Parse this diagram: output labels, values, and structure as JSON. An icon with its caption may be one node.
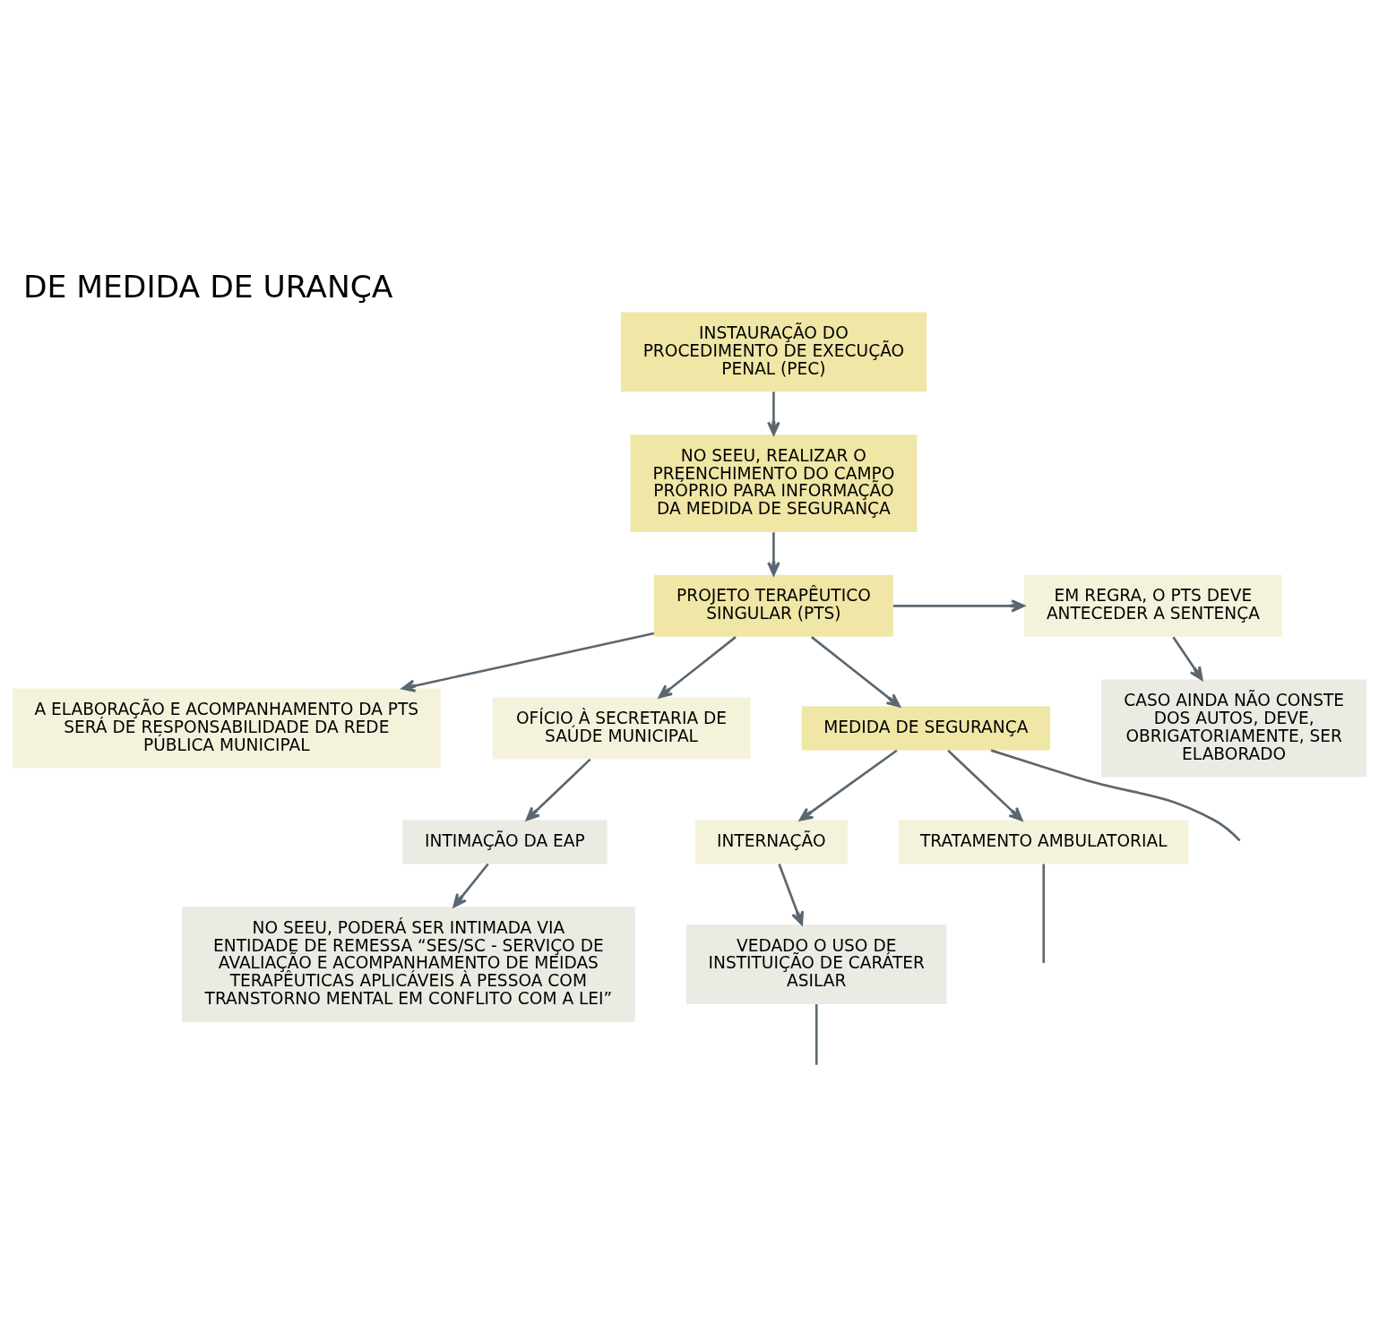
{
  "diagram": {
    "title": "DE MEDIDA DE URANÇA",
    "nodes": [
      {
        "text": [
          "INSTAURAÇÃO DO PROCEDIMENTO DE EXECUÇÃO PENAL (PEC)"
        ]
      },
      {
        "text": [
          "NO SEEU, REALIZAR O PREENCHIMENTO DO CAMPO PRÓPRIO PARA INFORMAÇÃO DA MEDIDA DE SEGURANÇA"
        ]
      },
      {
        "text": [
          "A ELABORAÇÃO E ACOMPANHAMENTO DA PTS SERÁ DE RESPONSABILIDADE DA REDE PÚBLICA MUNICIPAL"
        ]
      },
      {
        "text": [
          "EM REGRA, O PTS DEVE ANTECEDER A SENTENÇA"
        ]
      },
      {
        "text": [
          "PROJETO TERAPÊUTICO SINGULAR (PTS)"
        ]
      },
      {
        "text": [
          "OFÍCIO À SECRETARIA DE SAÚDE MUNICIPAL"
        ]
      },
      {
        "text": [
          "INTIMAÇÃO DA EAP"
        ]
      },
      {
        "text": [
          "CASO AINDA NÃO CONSTE DOS AUTOS, DEVE, OBRIGATORIAMENTE, SER ELABORADO"
        ]
      },
      {
        "text": [
          "NO SEEU, PODERÁ SER INTIMADA VIA ENTIDADE DE REMESSA “SES/SC - SERVIÇO DE AVALIAÇÃO E ACOMPANHAMENTO DE MEIDAS TERAPÊUTICAS APLICÁVEIS À PESSOA COM TRANSTORNO MENTAL EM CONFLITO COM A LEI”"
        ]
      },
      {
        "text": [
          "MEDIDA DE SEGURANÇA"
        ]
      },
      {
        "text": [
          "INTERNAÇÃO"
        ]
      },
      {
        "text": [
          "VEDADO O USO DE INSTITUIÇÃO DE CARÁTER ASILAR"
        ]
      },
      {
        "text": [
          "TRATAMENTO AMBULATORIAL"
        ]
      }
    ],
    "edges": [
      {
        "from": 0,
        "to": 1,
        "arrow": "to"
      },
      {
        "from": 1,
        "to": 4,
        "arrow": "to"
      },
      {
        "from": 4,
        "to": 2,
        "arrow": "to"
      },
      {
        "from": 4,
        "to": 5,
        "arrow": "to"
      },
      {
        "from": 4,
        "to": 3,
        "arrow": "to"
      },
      {
        "from": 3,
        "to": 7,
        "arrow": "to"
      },
      {
        "from": 5,
        "to": 6,
        "arrow": "to"
      },
      {
        "from": 6,
        "to": 8,
        "arrow": "to"
      },
      {
        "from": 4,
        "to": 9,
        "arrow": "to"
      },
      {
        "from": 9,
        "to": 10,
        "arrow": "to"
      },
      {
        "from": 9,
        "to": 12,
        "arrow": "to"
      },
      {
        "from": 10,
        "to": 11,
        "arrow": "to"
      },
      {
        "from": 11,
        "to": null,
        "arrow": "none"
      },
      {
        "from": 9,
        "to": null,
        "arrow": "none"
      },
      {
        "from": 12,
        "to": null,
        "arrow": "none"
      }
    ]
  }
}
